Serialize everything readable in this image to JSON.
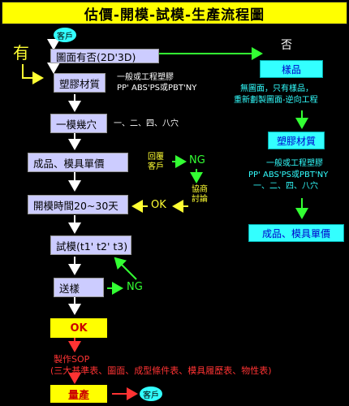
{
  "title": "估價-開模-試模-生產流程圖",
  "left_flow": {
    "customer_top": "客戶",
    "has_label": "有",
    "drawing_box": "圖面有否(2D'3D)",
    "plastic_box": "塑膠材質",
    "plastic_note_1": "一般或工程塑膠",
    "plastic_note_2": "PP' ABS'PS或PBT'NY",
    "cavity_box": "一模幾穴",
    "cavity_note": "一、二、四、八穴",
    "price_box": "成品、模具單價",
    "reply_customer": "回覆\n客戶",
    "ng_1": "NG",
    "negotiate": "協商\n討論",
    "ok_1": "OK",
    "mold_time_box": "開模時間20~30天",
    "trial_box": "試模(t1' t2' t3)",
    "sample_box": "送樣",
    "ng_2": "NG",
    "ok_box": "OK",
    "sop_title": "製作SOP",
    "sop_detail": "(三大基準表、圖面、成型條件表、模具履歷表、物性表)",
    "production_box": "量產",
    "customer_bottom": "客戶"
  },
  "right_flow": {
    "no_label": "否",
    "sample_box": "樣品",
    "sample_note_1": "無圖面，只有樣品，",
    "sample_note_2": "重新劃製圖面-逆向工程",
    "plastic_box": "塑膠材質",
    "plastic_note_1": "一般或工程塑膠",
    "plastic_note_2": "PP' ABS'PS或PBT'NY",
    "plastic_note_3": "一、二、四、八穴",
    "price_box": "成品、模具單價"
  }
}
